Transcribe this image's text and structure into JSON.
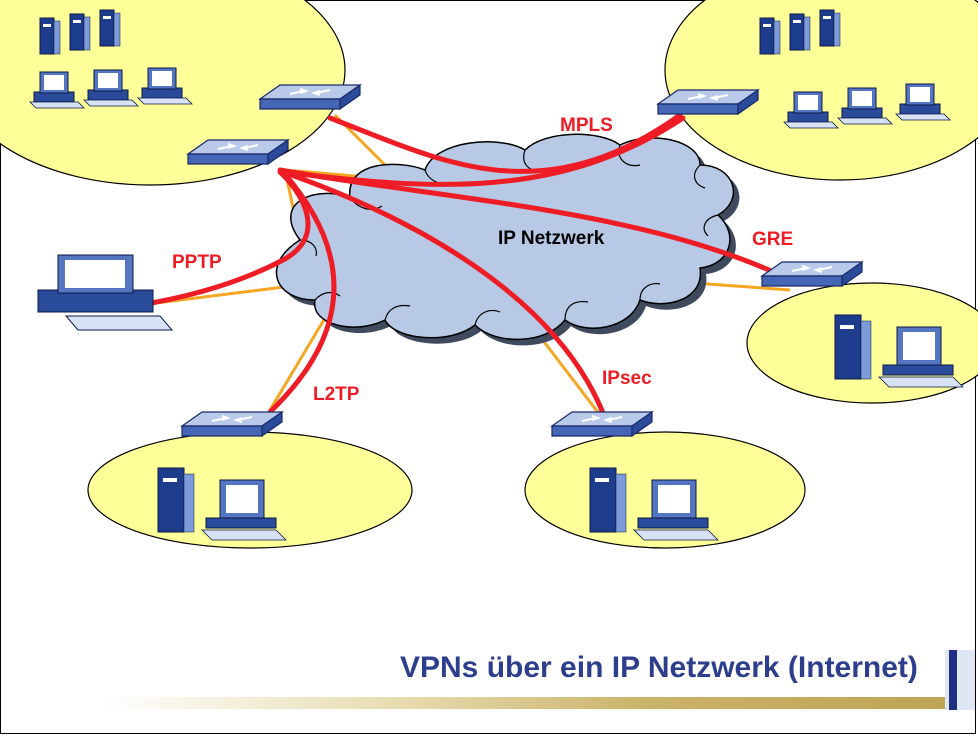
{
  "diagram": {
    "cloud_label": "IP Netzwerk",
    "protocols": {
      "mpls": "MPLS",
      "gre": "GRE",
      "pptp": "PPTP",
      "l2tp": "L2TP",
      "ipsec": "IPsec"
    },
    "colors": {
      "tunnel": "#ee1c25",
      "access_link": "#f5a623",
      "site_fill": "#ffff99",
      "cloud_fill": "#b7c9e4",
      "title": "#2d3f8c"
    }
  },
  "slide": {
    "title": "VPNs über ein IP Netzwerk (Internet)"
  }
}
